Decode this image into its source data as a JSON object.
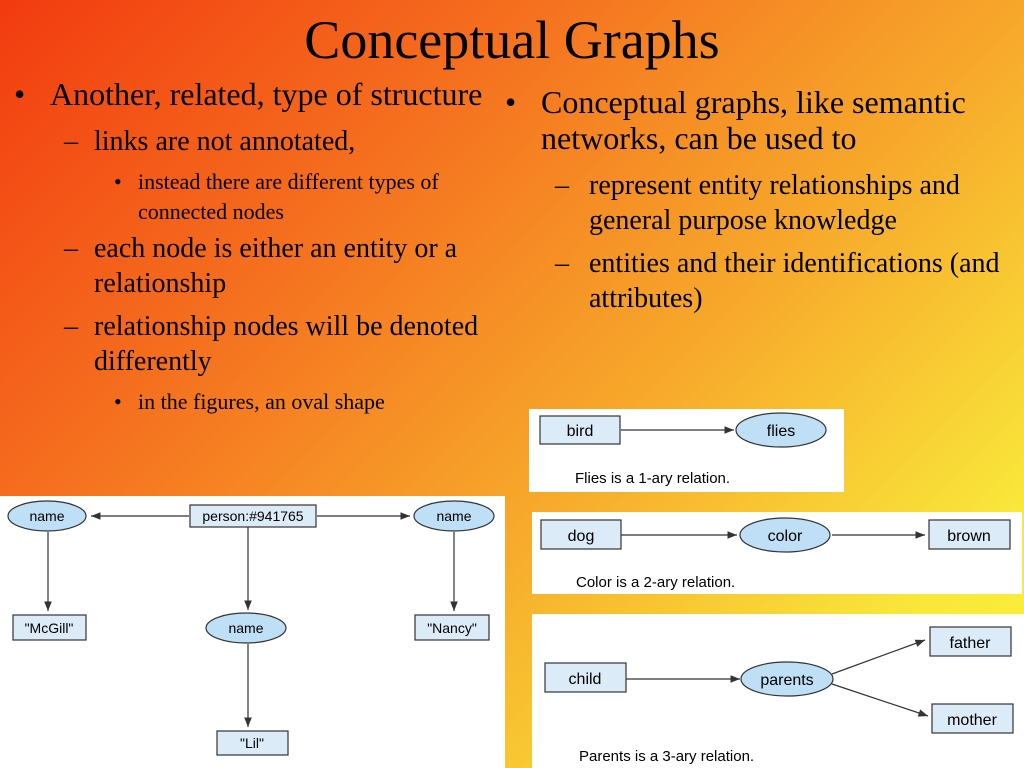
{
  "title": "Conceptual Graphs",
  "left_bullets": {
    "b1": "Another, related, type of structure",
    "b1_1": "links are not annotated,",
    "b1_1_1": "instead there are different types of connected nodes",
    "b1_2": "each node is either an entity or a relationship",
    "b1_3": "relationship nodes will be denoted differently",
    "b1_3_1": "in the figures, an oval shape"
  },
  "right_bullets": {
    "b1": "Conceptual graphs, like semantic networks, can be used to",
    "b1_1": "represent entity relationships and general purpose knowledge",
    "b1_2": "entities and their identifications (and attributes)"
  },
  "markers": {
    "bullet": "•",
    "dash": "–"
  },
  "diagram_person": {
    "center": "person:#941765",
    "left_rel": "name",
    "left_value": "\"McGill\"",
    "mid_rel": "name",
    "mid_value": "\"Lil\"",
    "right_rel": "name",
    "right_value": "\"Nancy\""
  },
  "diagram_flies": {
    "entity": "bird",
    "relation": "flies",
    "caption": "Flies is a 1-ary relation."
  },
  "diagram_color": {
    "entity": "dog",
    "relation": "color",
    "value": "brown",
    "caption": "Color is a 2-ary relation."
  },
  "diagram_parents": {
    "entity": "child",
    "relation": "parents",
    "value1": "father",
    "value2": "mother",
    "caption": "Parents is a 3-ary relation."
  },
  "colors": {
    "box_fill": "#dcebf8",
    "oval_fill": "#bfdff6",
    "stroke": "#333333"
  }
}
